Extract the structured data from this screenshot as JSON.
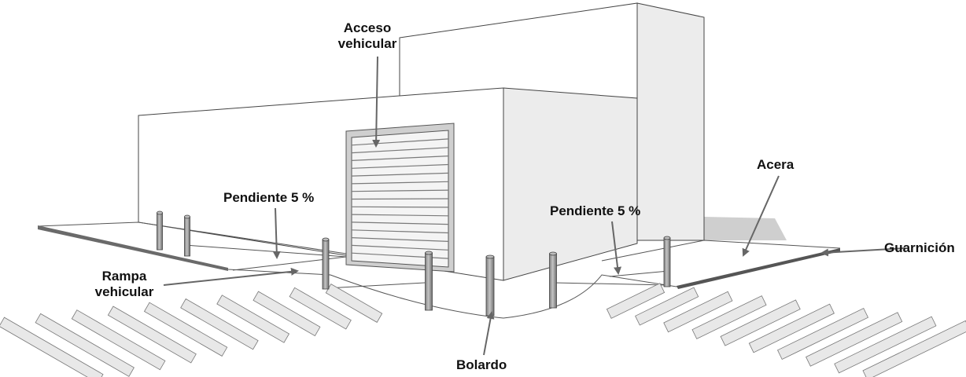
{
  "labels": {
    "acceso_line1": "Acceso",
    "acceso_line2": "vehicular",
    "pendiente_left": "Pendiente 5 %",
    "pendiente_right": "Pendiente 5 %",
    "rampa_line1": "Rampa",
    "rampa_line2": "vehicular",
    "acera": "Acera",
    "guarnicion": "Guarnición",
    "bolardo": "Bolardo"
  },
  "colors": {
    "wall_front": "#ffffff",
    "wall_side": "#ececec",
    "wall_shade": "#d9d9d9",
    "door_frame": "#cfcfcf",
    "door_slats": "#f4f4f4",
    "bollard": "#9a9a9a",
    "crosswalk": "#e8e8e8",
    "outline": "#444444",
    "arrow": "#666666"
  }
}
